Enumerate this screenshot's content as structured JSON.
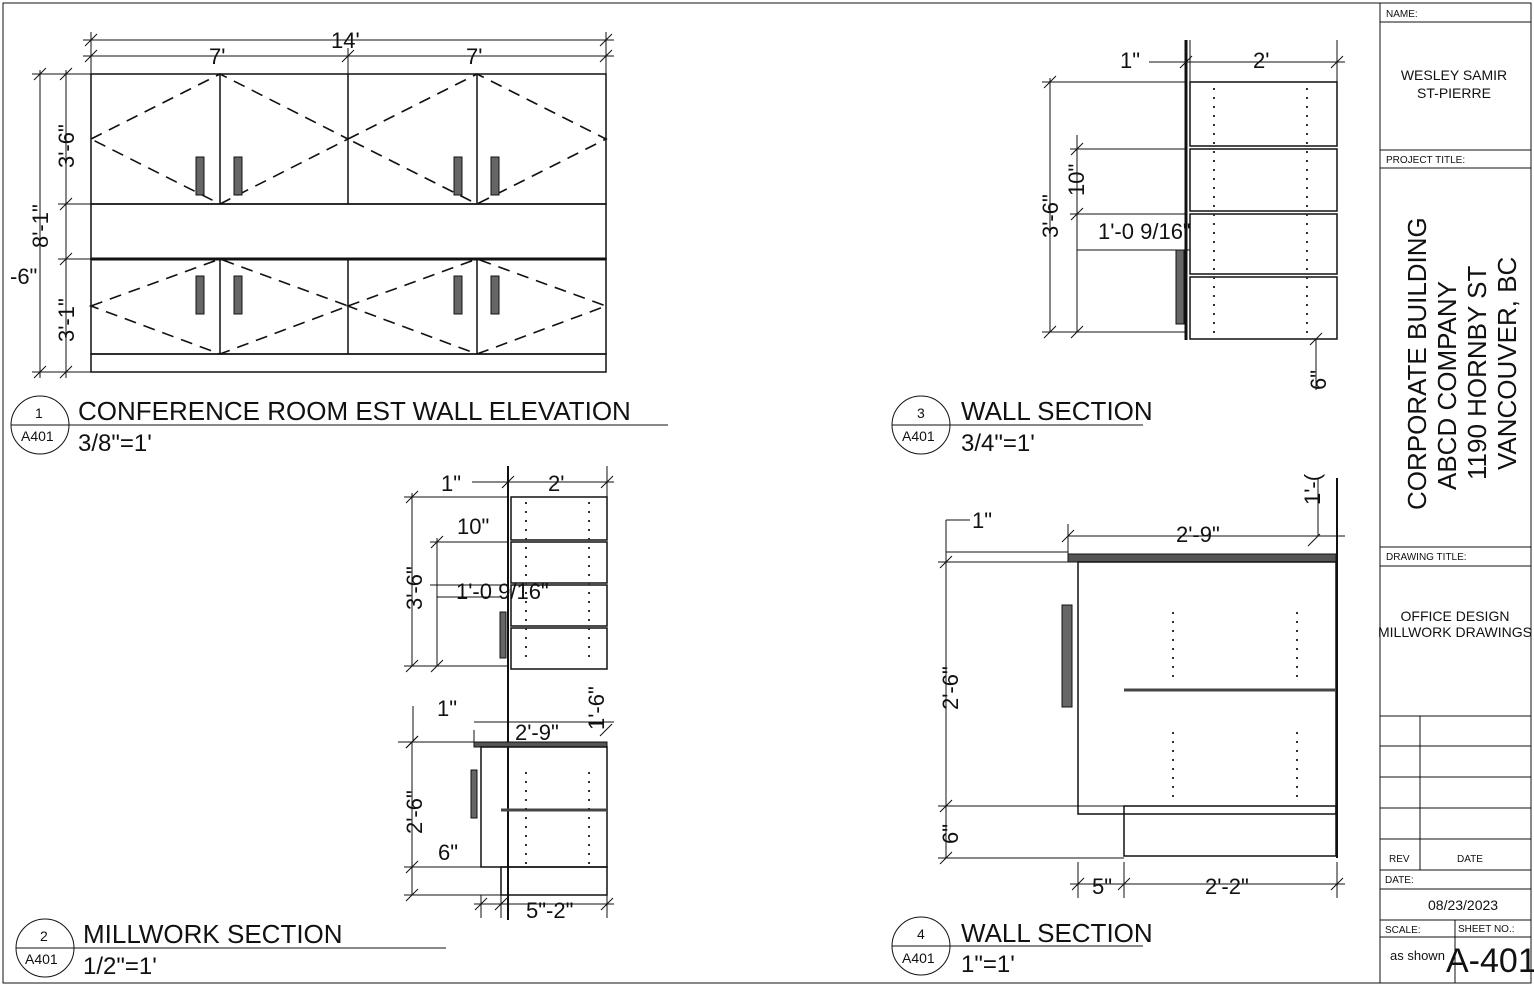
{
  "title_block": {
    "name_label": "NAME:",
    "name_line1": "WESLEY SAMIR",
    "name_line2": "ST-PIERRE",
    "project_label": "PROJECT TITLE:",
    "project_lines": [
      "CORPORATE BUILDING",
      "ABCD COMPANY",
      "1190 HORNBY ST",
      "VANCOUVER, BC"
    ],
    "drawing_label": "DRAWING TITLE:",
    "drawing_line1": "OFFICE DESIGN",
    "drawing_line2": "MILLWORK DRAWINGS",
    "rev_label": "REV",
    "date_col_label": "DATE",
    "date_label": "DATE:",
    "date_value": "08/23/2023",
    "scale_label": "SCALE:",
    "sheet_label": "SHEET NO.:",
    "scale_value": "as shown",
    "sheet_value": "A-401"
  },
  "views": {
    "v1": {
      "number": "1",
      "sheet": "A401",
      "title": "CONFERENCE ROOM EST WALL ELEVATION",
      "scale": "3/8\"=1'",
      "dims": {
        "overall": "14'",
        "left": "7'",
        "right": "7'",
        "upper": "3'-6\"",
        "total": "8'-1\"",
        "lower": "3'-1\"",
        "edge": "-6\""
      }
    },
    "v2": {
      "number": "2",
      "sheet": "A401",
      "title": "MILLWORK SECTION",
      "scale": "1/2\"=1'",
      "dims": {
        "top_gap": "1\"",
        "top_depth": "2'",
        "shelf": "10\"",
        "height": "3'-6\"",
        "cab": "1'-0 9/16\"",
        "ctr_gap": "1\"",
        "ctr_depth": "2'-9\"",
        "back": "1'-6\"",
        "base_h": "2'-6\"",
        "toe": "6\"",
        "bottom": "5\"-2\""
      }
    },
    "v3": {
      "number": "3",
      "sheet": "A401",
      "title": "WALL SECTION",
      "scale": "3/4\"=1'",
      "dims": {
        "gap": "1\"",
        "depth": "2'",
        "height": "3'-6\"",
        "shelf": "10\"",
        "cab": "1'-0 9/16\"",
        "cut": "6\""
      }
    },
    "v4": {
      "number": "4",
      "sheet": "A401",
      "title": "WALL SECTION",
      "scale": "1\"=1'",
      "dims": {
        "gap": "1\"",
        "depth": "2'-9\"",
        "back": "1'-(",
        "height": "2'-6\"",
        "toe": "6\"",
        "kick": "5\"",
        "base": "2'-2\""
      }
    }
  }
}
